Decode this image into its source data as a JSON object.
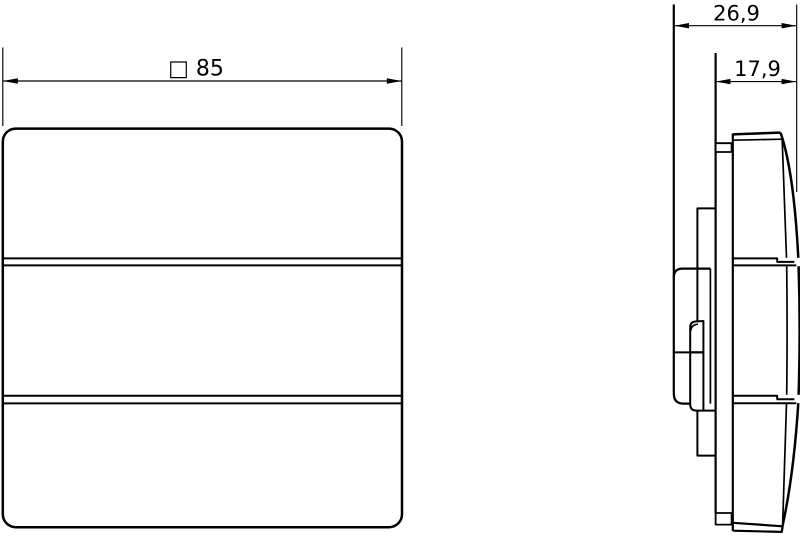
{
  "colors": {
    "line": "#000000",
    "background": "#ffffff"
  },
  "front_view": {
    "width_dimension_label": "□ 85"
  },
  "side_view": {
    "overall_depth_label": "26,9",
    "front_depth_label": "17,9"
  }
}
